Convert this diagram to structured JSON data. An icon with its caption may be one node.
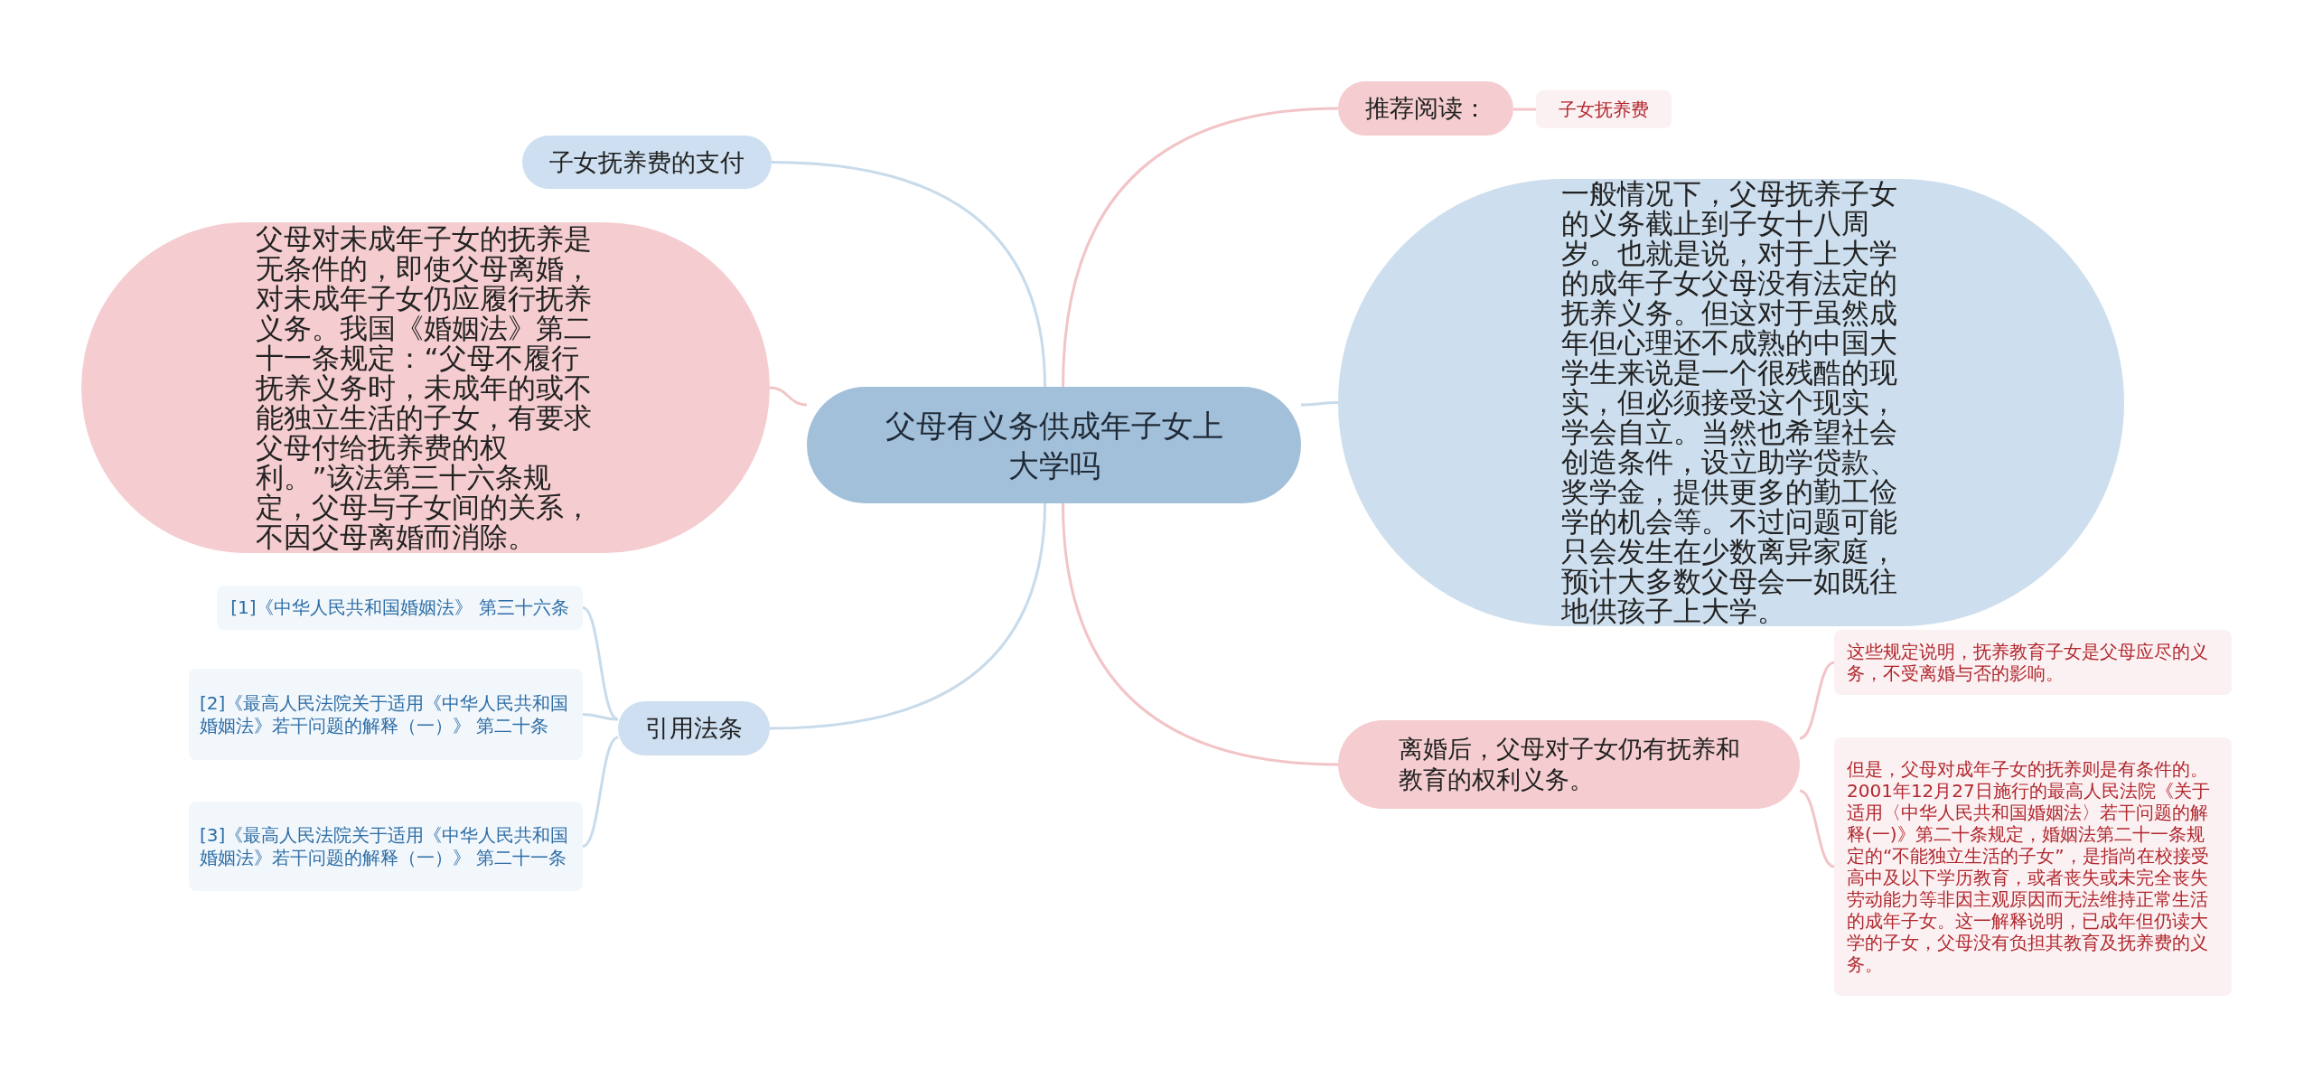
{
  "diagram": {
    "nodes": [
      {
        "text": [
          "父母有义务供成年子女上大学吗"
        ]
      },
      {
        "text": [
          "子女抚养费的支付"
        ]
      },
      {
        "text": [
          "父母对未成年子女的抚养是无条件的，即使父母离婚，对未成年子女仍应履行抚养义务。我国《婚姻法》第二十一条规定：“父母不履行抚养义务时，未成年的或不能独立生活的子女，有要求父母付给抚养费的权利。”该法第三十六条规定，父母与子女间的关系，不因父母离婚而消除。"
        ]
      },
      {
        "text": [
          "引用法条"
        ]
      },
      {
        "text": [
          "[1]《中华人民共和国婚姻法》 第三十六条"
        ]
      },
      {
        "text": [
          "[2]《最高人民法院关于适用《中华人民共和国婚姻法》若干问题的解释（一）》 第二十条"
        ]
      },
      {
        "text": [
          "[3]《最高人民法院关于适用《中华人民共和国婚姻法》若干问题的解释（一）》 第二十一条"
        ]
      },
      {
        "text": [
          "推荐阅读："
        ]
      },
      {
        "text": [
          "子女抚养费"
        ]
      },
      {
        "text": [
          "一般情况下，父母抚养子女的义务截止到子女十八周岁。也就是说，对于上大学的成年子女父母没有法定的抚养义务。但这对于虽然成年但心理还不成熟的中国大学生来说是一个很残酷的现实，但必须接受这个现实，学会自立。当然也希望社会创造条件，设立助学贷款、奖学金，提供更多的勤工俭学的机会等。不过问题可能只会发生在少数离异家庭，预计大多数父母会一如既往地供孩子上大学。"
        ]
      },
      {
        "text": [
          "离婚后，父母对子女仍有抚养和教育的权利义务。"
        ]
      },
      {
        "text": [
          "这些规定说明，抚养教育子女是父母应尽的义务，不受离婚与否的影响。"
        ]
      },
      {
        "text": [
          "但是，父母对成年子女的抚养则是有条件的。2001年12月27日施行的最高人民法院《关于适用〈中华人民共和国婚姻法〉若干问题的解释(一)》第二十条规定，婚姻法第二十一条规定的“不能独立生活的子女”，是指尚在校接受高中及以下学历教育，或者丧失或未完全丧失劳动能力等非因主观原因而无法维持正常生活的成年子女。这一解释说明，已成年但仍读大学的子女，父母没有负担其教育及抚养费的义务。"
        ]
      }
    ],
    "edges": [
      {
        "from": 0,
        "to": 1,
        "arrow": "none"
      },
      {
        "from": 0,
        "to": 2,
        "arrow": "none",
        "color": "#f2c4c7"
      },
      {
        "from": 0,
        "to": 3,
        "arrow": "none"
      },
      {
        "from": 3,
        "to": 4,
        "arrow": "none"
      },
      {
        "from": 3,
        "to": 5,
        "arrow": "none"
      },
      {
        "from": 3,
        "to": 6,
        "arrow": "none"
      },
      {
        "from": 0,
        "to": 7,
        "arrow": "none",
        "color": "#f2c4c7"
      },
      {
        "from": 7,
        "to": 8,
        "arrow": "none",
        "color": "#f2c4c7"
      },
      {
        "from": 0,
        "to": 9,
        "arrow": "none"
      },
      {
        "from": 0,
        "to": 10,
        "arrow": "none",
        "color": "#f2c4c7"
      },
      {
        "from": 10,
        "to": 11,
        "arrow": "none",
        "color": "#f2c4c7"
      },
      {
        "from": 10,
        "to": 12,
        "arrow": "none",
        "color": "#f2c4c7"
      }
    ]
  }
}
